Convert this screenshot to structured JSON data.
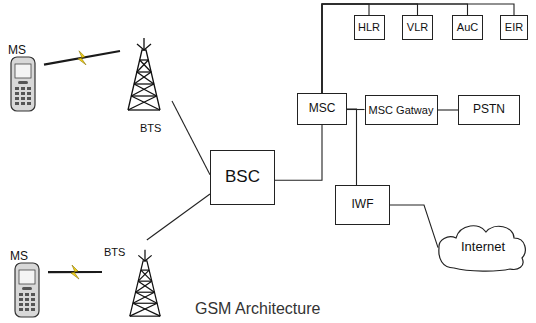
{
  "diagram": {
    "caption": "GSM Architecture",
    "nodes": [
      {
        "text": [
          "MS"
        ]
      },
      {
        "text": [
          "BTS"
        ]
      },
      {
        "text": [
          "MS"
        ]
      },
      {
        "text": [
          "BTS"
        ]
      },
      {
        "text": [
          "BSC"
        ]
      },
      {
        "text": [
          "MSC"
        ]
      },
      {
        "text": [
          "HLR"
        ]
      },
      {
        "text": [
          "VLR"
        ]
      },
      {
        "text": [
          "AuC"
        ]
      },
      {
        "text": [
          "EIR"
        ]
      },
      {
        "text": [
          "MSC Gatway"
        ]
      },
      {
        "text": [
          "PSTN"
        ]
      },
      {
        "text": [
          "IWF"
        ]
      },
      {
        "text": [
          "Internet"
        ]
      }
    ],
    "edges": [
      {
        "from": 0,
        "to": 1,
        "arrow": "none"
      },
      {
        "from": 2,
        "to": 3,
        "arrow": "none"
      },
      {
        "from": 1,
        "to": 4,
        "arrow": "none"
      },
      {
        "from": 3,
        "to": 4,
        "arrow": "none"
      },
      {
        "from": 4,
        "to": 5,
        "arrow": "none"
      },
      {
        "from": 5,
        "to": 6,
        "arrow": "none"
      },
      {
        "from": 5,
        "to": 7,
        "arrow": "none"
      },
      {
        "from": 5,
        "to": 8,
        "arrow": "none"
      },
      {
        "from": 5,
        "to": 9,
        "arrow": "none"
      },
      {
        "from": 5,
        "to": 10,
        "arrow": "none"
      },
      {
        "from": 10,
        "to": 11,
        "arrow": "none"
      },
      {
        "from": 5,
        "to": 12,
        "arrow": "none"
      },
      {
        "from": 12,
        "to": 13,
        "arrow": "none"
      }
    ]
  }
}
